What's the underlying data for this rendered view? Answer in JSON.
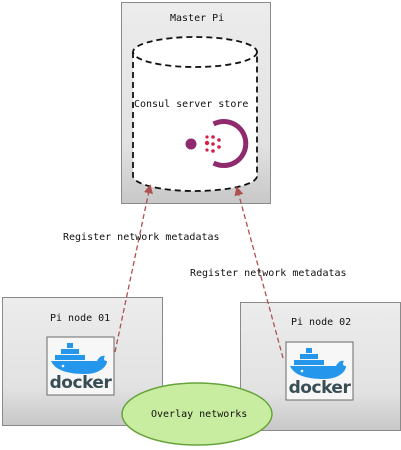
{
  "master": {
    "title": "Master Pi",
    "store_label": "Consul server store"
  },
  "nodes": [
    {
      "title": "Pi node 01",
      "logo_text": "docker"
    },
    {
      "title": "Pi node 02",
      "logo_text": "docker"
    }
  ],
  "edges": [
    {
      "label": "Register network metadatas"
    },
    {
      "label": "Register network metadatas"
    }
  ],
  "overlay": {
    "label": "Overlay networks"
  },
  "colors": {
    "box_border": "#8a8a8a",
    "arrow": "#b05050",
    "consul_purple": "#8e2a6d",
    "consul_red": "#d81d4a",
    "overlay_fill": "#c9eda0",
    "overlay_stroke": "#66a33a",
    "docker_blue": "#2497ed",
    "docker_text": "#384d54"
  }
}
